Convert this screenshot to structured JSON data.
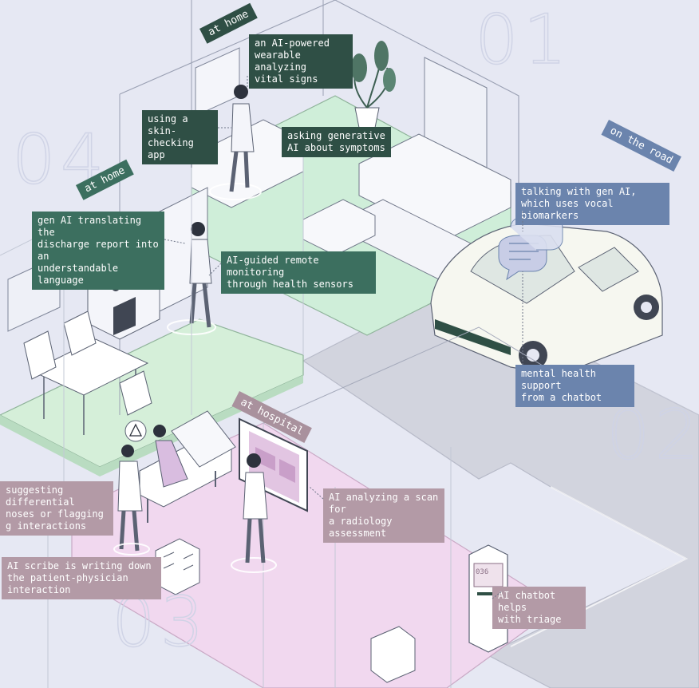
{
  "zones": {
    "home_top": "at home",
    "home_left": "at home",
    "road": "on the road",
    "hospital": "at hospital"
  },
  "numbers": {
    "n01": "01",
    "n02": "02",
    "n03": "03",
    "n04": "04"
  },
  "callouts": {
    "wearable": "an AI-powered\nwearable analyzing\nvital signs",
    "skin_app": "using a skin-\nchecking app",
    "gen_ai_symptoms": "asking generative\nAI about symptoms",
    "discharge": "gen AI translating the\ndischarge report into an\nunderstandable language",
    "remote_monitoring": "AI-guided remote monitoring\nthrough health sensors",
    "vocal_biomarkers": "talking with gen AI,\nwhich uses vocal biomarkers",
    "mental_health": "mental health support\nfrom a chatbot",
    "differential": "suggesting differential\nnoses or flagging\ng interactions",
    "radiology": "AI analyzing a scan for\na radiology assessment",
    "scribe": "AI scribe is writing down\nthe patient-physician interaction",
    "triage": "AI chatbot helps\nwith triage",
    "kiosk_screen": "036"
  },
  "colors": {
    "background": "#e6e8f3",
    "home_floor": "#cfeed9",
    "hospital_floor": "#f1d8ef",
    "road": "#d2d4de",
    "label_dark_green": "#2f4f45",
    "label_blue": "#6b84ad",
    "label_mauve": "#b39aa6"
  }
}
